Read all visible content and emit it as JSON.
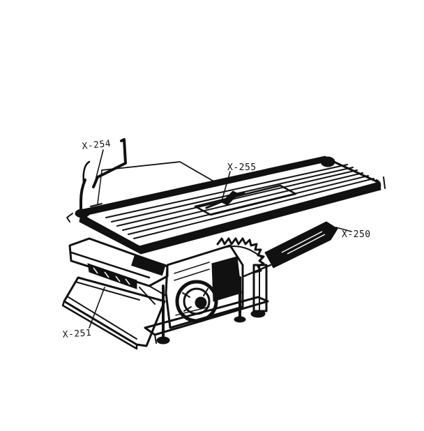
{
  "figure": {
    "subject": "table-saw-machine",
    "colors": {
      "ink": "#111111",
      "paper": "#ffffff"
    }
  },
  "callouts": [
    {
      "id": "x254",
      "text": "X-254"
    },
    {
      "id": "x255",
      "text": "X-255"
    },
    {
      "id": "x250",
      "text": "X-250"
    },
    {
      "id": "x251",
      "text": "X-251"
    }
  ]
}
